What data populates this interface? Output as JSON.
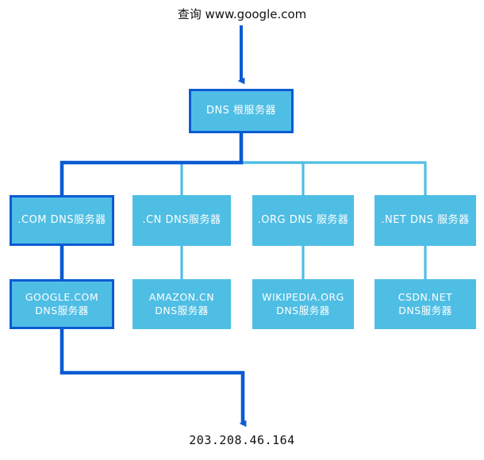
{
  "diagram": {
    "type": "tree",
    "title_text": "查询 www.google.com",
    "result_text": "203.208.46.164",
    "colors": {
      "node_fill": "#4FBEE4",
      "highlight_stroke": "#0B5BD3",
      "normal_stroke": "#4FBEE4",
      "node_text": "#FFFFFF",
      "caption_text": "#111111",
      "background": "#FFFFFF"
    },
    "nodes": {
      "root": {
        "label": "DNS 根服务器",
        "highlighted": true
      },
      "tld": [
        {
          "label": ".COM DNS服务器",
          "highlighted": true
        },
        {
          "label": ".CN DNS服务器",
          "highlighted": false
        },
        {
          "label": ".ORG DNS 服务器",
          "highlighted": false
        },
        {
          "label": ".NET DNS 服务器",
          "highlighted": false
        }
      ],
      "authoritative": [
        {
          "line1": "GOOGLE.COM",
          "line2": "DNS服务器",
          "highlighted": true
        },
        {
          "line1": "AMAZON.CN",
          "line2": "DNS服务器",
          "highlighted": false
        },
        {
          "line1": "WIKIPEDIA.ORG",
          "line2": "DNS服务器",
          "highlighted": false
        },
        {
          "line1": "CSDN.NET",
          "line2": "DNS服务器",
          "highlighted": false
        }
      ]
    }
  }
}
